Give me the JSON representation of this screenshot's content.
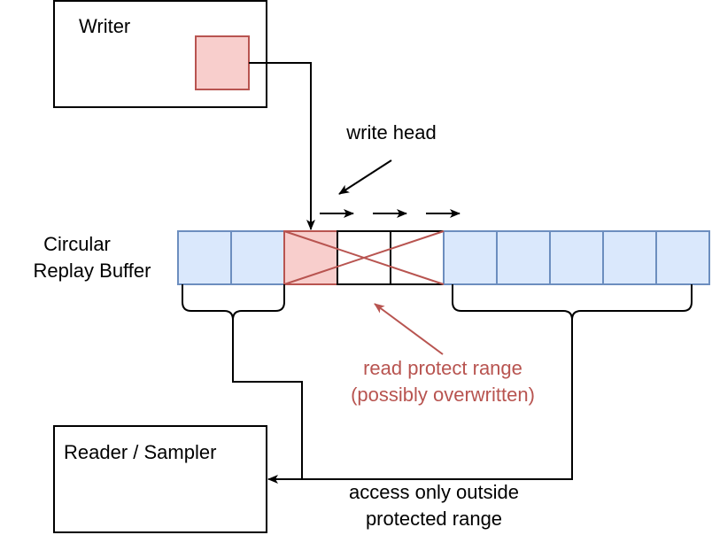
{
  "writer": {
    "label": "Writer"
  },
  "write_head": {
    "label": "write head"
  },
  "buffer": {
    "label_line1": "Circular",
    "label_line2": "Replay Buffer"
  },
  "protect": {
    "line1": "read protect range",
    "line2": "(possibly overwritten)",
    "color": "#b85450"
  },
  "reader": {
    "label": "Reader / Sampler"
  },
  "access": {
    "line1": "access only outside",
    "line2": "protected range"
  },
  "colors": {
    "cell_fill": "#dae8fc",
    "cell_stroke": "#6c8ebf",
    "write_fill": "#f8cecc",
    "write_stroke": "#b85450"
  }
}
